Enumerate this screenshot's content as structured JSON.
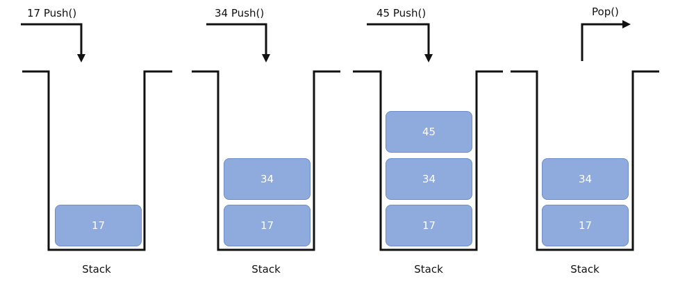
{
  "panels": [
    {
      "operation": "17 Push()",
      "direction": "push",
      "stack_label": "Stack",
      "items": [
        "17"
      ]
    },
    {
      "operation": "34 Push()",
      "direction": "push",
      "stack_label": "Stack",
      "items": [
        "17",
        "34"
      ]
    },
    {
      "operation": "45 Push()",
      "direction": "push",
      "stack_label": "Stack",
      "items": [
        "17",
        "34",
        "45"
      ]
    },
    {
      "operation": "Pop()",
      "direction": "pop",
      "stack_label": "Stack",
      "items": [
        "17",
        "34"
      ]
    }
  ],
  "colors": {
    "block_fill": "#8faadc",
    "block_border": "#6d8cc9",
    "outline": "#111111"
  }
}
